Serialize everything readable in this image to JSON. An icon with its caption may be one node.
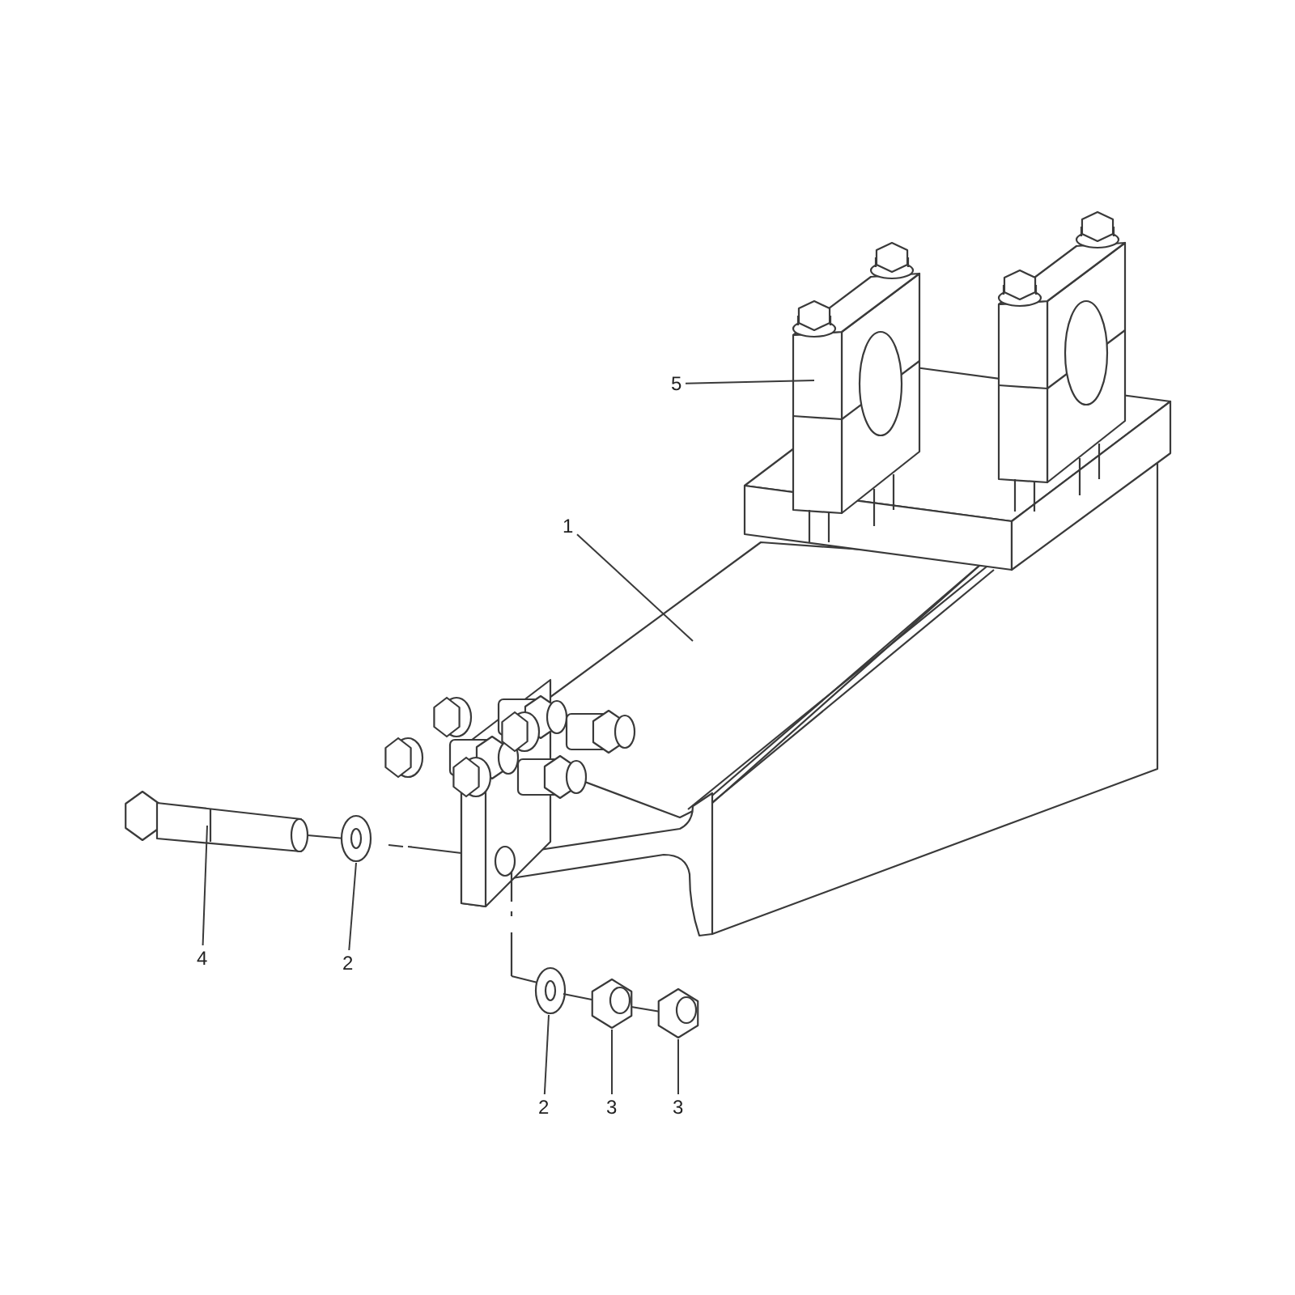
{
  "diagram": {
    "nodes": [
      {
        "text": [
          "5"
        ]
      },
      {
        "text": [
          "1"
        ]
      },
      {
        "text": [
          "4"
        ]
      },
      {
        "text": [
          "2"
        ]
      },
      {
        "text": [
          "2"
        ]
      },
      {
        "text": [
          "3"
        ]
      },
      {
        "text": [
          "3"
        ]
      }
    ],
    "edges": [
      {
        "from": 0,
        "to": null,
        "arrow": "none"
      },
      {
        "from": 1,
        "to": null,
        "arrow": "none"
      },
      {
        "from": 2,
        "to": null,
        "arrow": "none"
      },
      {
        "from": 3,
        "to": null,
        "arrow": "none"
      },
      {
        "from": 4,
        "to": null,
        "arrow": "none"
      },
      {
        "from": 5,
        "to": null,
        "arrow": "none"
      },
      {
        "from": 6,
        "to": null,
        "arrow": "none"
      }
    ]
  }
}
